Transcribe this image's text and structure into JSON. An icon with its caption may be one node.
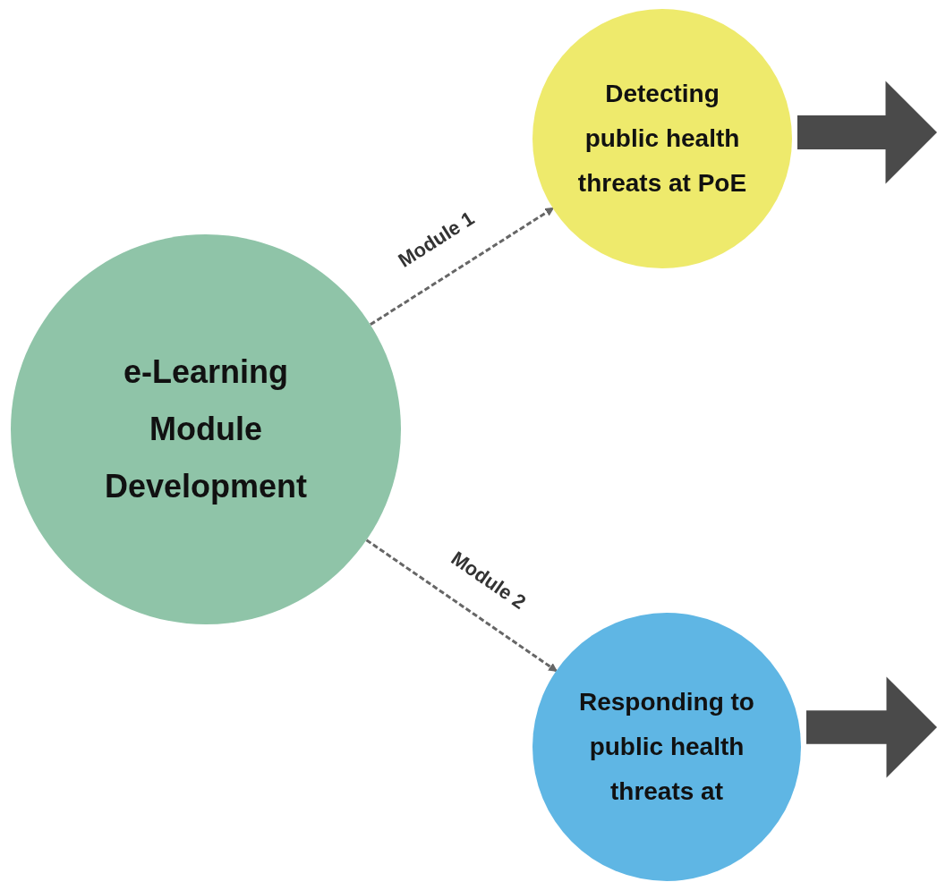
{
  "diagram": {
    "nodes": [
      {
        "text": [
          "e-Learning Module Development"
        ]
      },
      {
        "text": [
          "Detecting public health threats at PoE"
        ]
      },
      {
        "text": [
          "Responding to public health threats at"
        ]
      }
    ],
    "edges": [
      {
        "from": 0,
        "to": 1,
        "arrow": "to",
        "label": "Module 1",
        "style": "dashed"
      },
      {
        "from": 0,
        "to": 2,
        "arrow": "to",
        "label": "Module 2",
        "style": "dashed"
      },
      {
        "from": 1,
        "to": null,
        "arrow": "to",
        "style": "thick"
      },
      {
        "from": 2,
        "to": null,
        "arrow": "to",
        "style": "thick"
      }
    ]
  }
}
